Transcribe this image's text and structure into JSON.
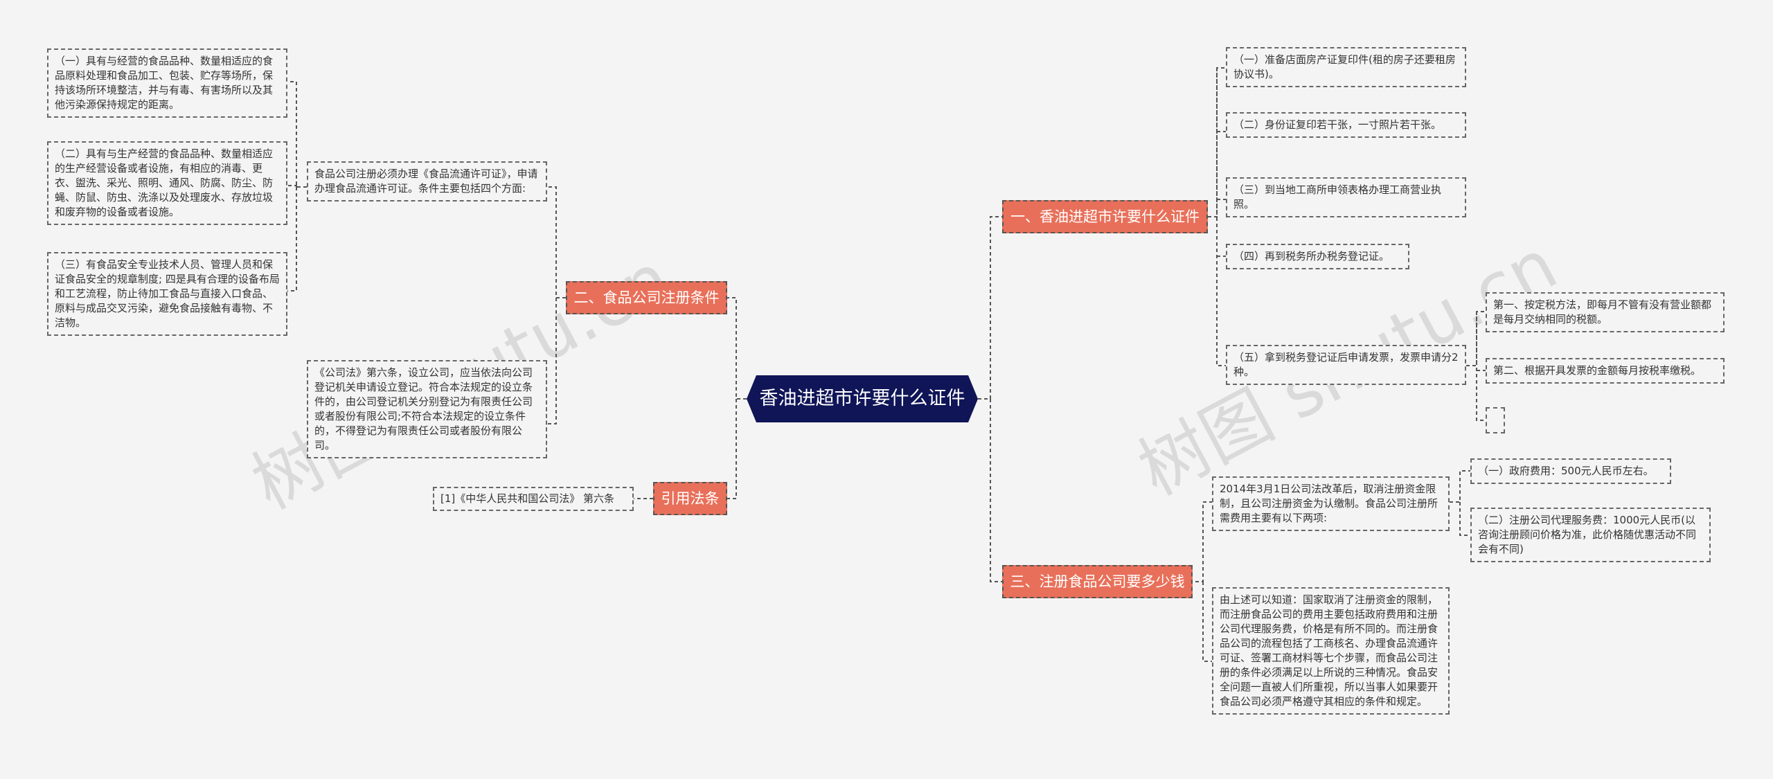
{
  "root": {
    "label": "香油进超市许要什么证件"
  },
  "watermark": "树图 shutu.cn",
  "left": {
    "branch2": {
      "label": "二、食品公司注册条件",
      "intro": "食品公司注册必须办理《食品流通许可证》，申请办理食品流通许可证。条件主要包括四个方面:",
      "items": [
        "（一）具有与经营的食品品种、数量相适应的食品原料处理和食品加工、包装、贮存等场所，保持该场所环境整洁，并与有毒、有害场所以及其他污染源保持规定的距离。",
        "（二）具有与生产经营的食品品种、数量相适应的生产经营设备或者设施，有相应的消毒、更衣、盥洗、采光、照明、通风、防腐、防尘、防蝇、防鼠、防虫、洗涤以及处理废水、存放垃圾和废弃物的设备或者设施。",
        "（三）有食品安全专业技术人员、管理人员和保证食品安全的规章制度; 四是具有合理的设备布局和工艺流程，防止待加工食品与直接入口食品、原料与成品交叉污染，避免食品接触有毒物、不洁物。"
      ],
      "law": "《公司法》第六条，设立公司，应当依法向公司登记机关申请设立登记。符合本法规定的设立条件的，由公司登记机关分别登记为有限责任公司或者股份有限公司;不符合本法规定的设立条件的，不得登记为有限责任公司或者股份有限公司。"
    },
    "cite": {
      "label": "引用法条",
      "ref": "[1]《中华人民共和国公司法》 第六条"
    }
  },
  "right": {
    "branch1": {
      "label": "一、香油进超市许要什么证件",
      "items": [
        "（一）准备店面房产证复印件(租的房子还要租房协议书)。",
        "（二）身份证复印若干张，一寸照片若干张。",
        "（三）到当地工商所申领表格办理工商营业执照。",
        "（四）再到税务所办税务登记证。",
        "（五）拿到税务登记证后申请发票，发票申请分2种。"
      ],
      "invoice_types": [
        "第一、按定税方法，即每月不管有没有营业额都是每月交纳相同的税额。",
        "第二、根据开具发票的金额每月按税率缴税。",
        ""
      ]
    },
    "branch3": {
      "label": "三、注册食品公司要多少钱",
      "intro": "2014年3月1日公司法改革后，取消注册资金限制，且公司注册资金为认缴制。食品公司注册所需费用主要有以下两项:",
      "fees": [
        "（一）政府费用：500元人民币左右。",
        "（二）注册公司代理服务费：1000元人民币(以咨询注册顾问价格为准，此价格随优惠活动不同会有不同)"
      ],
      "summary": "由上述可以知道：国家取消了注册资金的限制，而注册食品公司的费用主要包括政府费用和注册公司代理服务费，价格是有所不同的。而注册食品公司的流程包括了工商核名、办理食品流通许可证、签署工商材料等七个步骤，而食品公司注册的条件必须满足以上所说的三种情况。食品安全问题一直被人们所重视，所以当事人如果要开食品公司必须严格遵守其相应的条件和规定。"
    }
  },
  "colors": {
    "root_bg": "#0f1557",
    "branch_bg": "#e8705a",
    "line": "#555555",
    "background": "#f4f4f4"
  }
}
